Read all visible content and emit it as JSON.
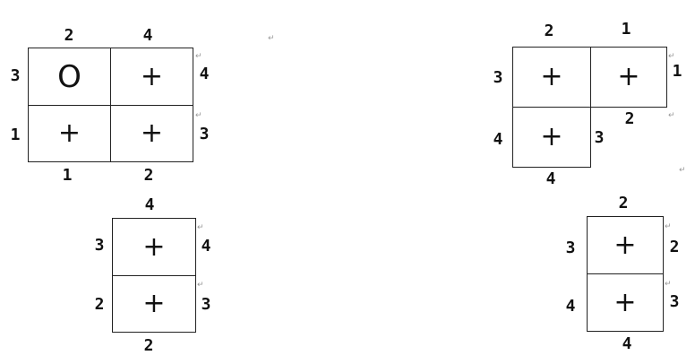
{
  "mark_symbol": "↵",
  "figures": [
    {
      "id": "grid-2x2",
      "cells": [
        {
          "symbol": "O"
        },
        {
          "symbol": "+"
        },
        {
          "symbol": "+"
        },
        {
          "symbol": "+"
        }
      ],
      "labels": {
        "top": [
          "2",
          "4"
        ],
        "bottom": [
          "1",
          "2"
        ],
        "left": [
          "3",
          "1"
        ],
        "right": [
          "4",
          "3"
        ]
      }
    },
    {
      "id": "l-shape",
      "cells": [
        {
          "symbol": "+"
        },
        {
          "symbol": "+"
        },
        {
          "symbol": "+"
        }
      ],
      "labels": {
        "top": [
          "2",
          "1"
        ],
        "left": [
          "3",
          "4"
        ],
        "right_top": "1",
        "under_top_right": "2",
        "right_bottom": "3",
        "bottom": "4"
      }
    },
    {
      "id": "vertical-left",
      "cells": [
        {
          "symbol": "+"
        },
        {
          "symbol": "+"
        }
      ],
      "labels": {
        "top": "4",
        "bottom": "2",
        "left": [
          "3",
          "2"
        ],
        "right": [
          "4",
          "3"
        ]
      }
    },
    {
      "id": "vertical-right",
      "cells": [
        {
          "symbol": "+"
        },
        {
          "symbol": "+"
        }
      ],
      "labels": {
        "top": "2",
        "bottom": "4",
        "left": [
          "3",
          "4"
        ],
        "right": [
          "2",
          "3"
        ]
      }
    }
  ]
}
